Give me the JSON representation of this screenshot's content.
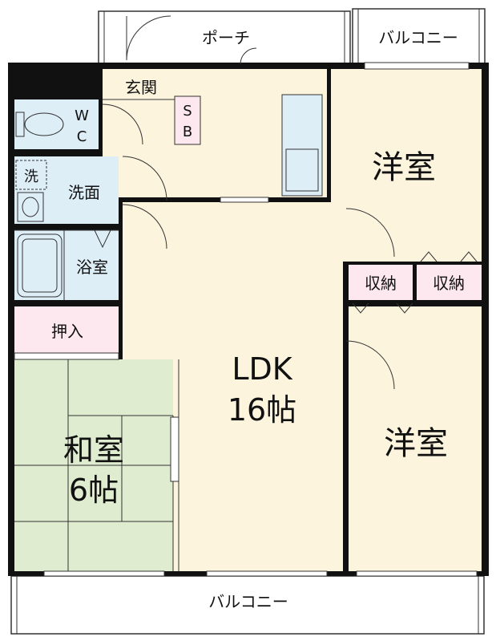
{
  "colors": {
    "wall": "#111111",
    "floor_wood": "#fdf4dd",
    "tatami": "#dfeccf",
    "storage": "#fde8ef",
    "wet_area": "#ddeef7",
    "outdoor": "#ffffff",
    "line": "#333333"
  },
  "icons": [
    "toilet-icon",
    "bathtub-icon",
    "washbasin-icon",
    "washing-machine-icon",
    "kitchen-counter-icon",
    "sink-icon"
  ],
  "rooms": {
    "porch": "ポーチ",
    "balcony_top": "バルコニー",
    "balcony_bottom": "バルコニー",
    "entrance": "玄関",
    "shoebox_s": "S",
    "shoebox_b": "B",
    "wc_w": "W",
    "wc_c": "C",
    "washer": "洗",
    "washroom": "洗面",
    "bathroom": "浴室",
    "oshiire": "押入",
    "ldk_name": "LDK",
    "ldk_size": "16帖",
    "washitsu_name": "和室",
    "washitsu_size": "6帖",
    "western_top": "洋室",
    "western_bottom": "洋室",
    "storage_left": "収納",
    "storage_right": "収納"
  }
}
